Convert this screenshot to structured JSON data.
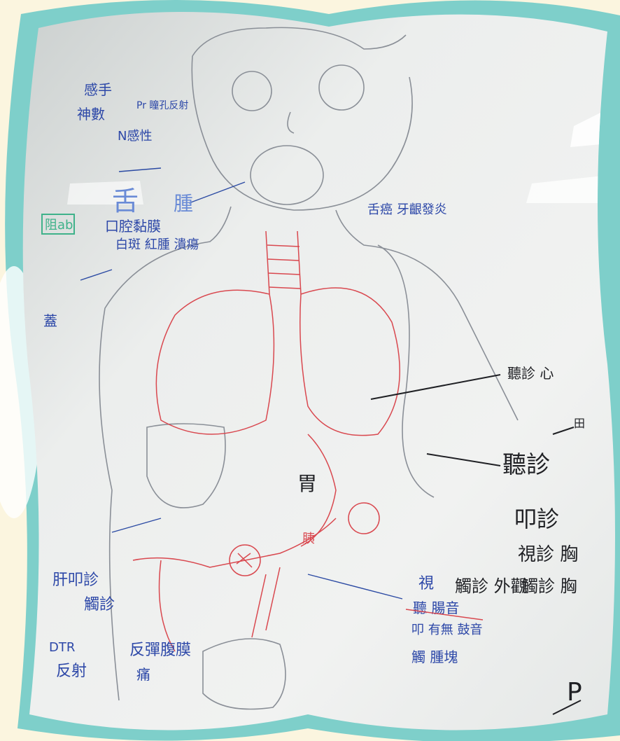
{
  "photo": {
    "subject": "whiteboard anatomy sketch",
    "frame_color": "#7ecfca",
    "board_color": "#eef0ee",
    "background_color": "#fbf5df"
  },
  "labels": {
    "head_left_1": "感手",
    "head_left_2": "神數",
    "head_pupil": "Pr 瞳孔反射",
    "head_n": "N感性",
    "tongue": "舌",
    "tongue_body": "腫",
    "mouth_left": "口腔黏膜",
    "mouth_white": "白斑 紅腫 潰瘍",
    "green_box": "阻ab",
    "neck_right": "舌癌 牙齦發炎",
    "left_edge": "蓋",
    "chest_top": "聽診 心",
    "chest_mid_1": "田",
    "chest_mid_2": "聽診",
    "percussion": "叩診",
    "inspection": "視診 胸",
    "palpation": "觸診 外觀",
    "palp_right": "觸診 胸",
    "stomach": "胃",
    "pancreas": "胰",
    "abd_left_1": "肝叩診",
    "abd_left_2": "觸診",
    "abd_view": "視",
    "abd_listen": "聽 腸音",
    "abd_tap": "叩 有無 鼓音",
    "abd_touch": "觸 腫塊",
    "dtr": "DTR",
    "reflex": "反射",
    "kidney": "反彈腹膜",
    "kidney_2": "痛",
    "p_letter": "P"
  }
}
